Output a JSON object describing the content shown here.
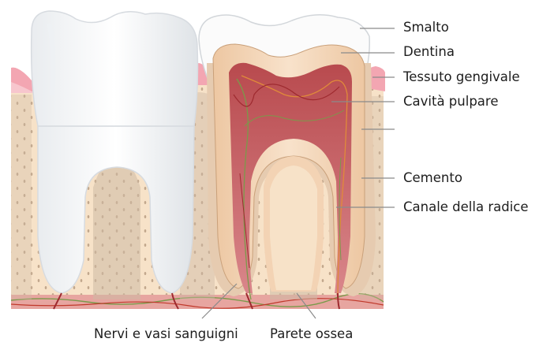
{
  "labels": {
    "smalto": "Smalto",
    "dentina": "Dentina",
    "tessuto_gengivale": "Tessuto gengivale",
    "cavita_pulpare": "Cavità pulpare",
    "cemento": "Cemento",
    "canale_radice": "Canale della radice",
    "nervi_vasi": "Nervi e vasi sanguigni",
    "parete_ossea": "Parete ossea"
  },
  "colors": {
    "gum": "#f3a6b2",
    "bone": "#f7e2c8",
    "bone_dots": "#b89c82",
    "cementum": "#cdb9a4",
    "enamel": "#ffffff",
    "dentin": "#f3d3b4",
    "pulp": "#c55a5a",
    "nerve_green": "#7a9a4a",
    "nerve_orange": "#e08a3a",
    "leader_line": "#8a8a8a"
  }
}
